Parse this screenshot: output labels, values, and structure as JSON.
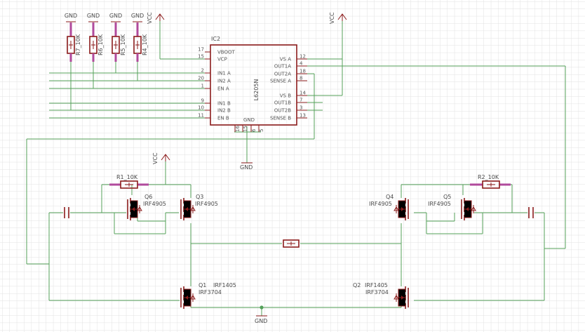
{
  "ic": {
    "ref": "IC2",
    "part": "L6205N",
    "left_pins": [
      {
        "name": "VBOOT",
        "num": "17"
      },
      {
        "name": "VCP",
        "num": "15"
      },
      {
        "name": "IN1 A",
        "num": "2"
      },
      {
        "name": "IN2 A",
        "num": "20"
      },
      {
        "name": "EN A",
        "num": "1"
      },
      {
        "name": "IN1 B",
        "num": "9"
      },
      {
        "name": "IN2 B",
        "num": "10"
      },
      {
        "name": "EN B",
        "num": "11"
      }
    ],
    "right_pins": [
      {
        "name": "VS A",
        "num": "12"
      },
      {
        "name": "OUT1A",
        "num": "4"
      },
      {
        "name": "OUT2A",
        "num": "18"
      },
      {
        "name": "SENSE A",
        "num": "8"
      },
      {
        "name": "VS B",
        "num": "14"
      },
      {
        "name": "OUT1B",
        "num": "7"
      },
      {
        "name": "OUT2B",
        "num": "3"
      },
      {
        "name": "SENSE B",
        "num": "13"
      }
    ],
    "bottom_label": "GND",
    "bottom_pins": [
      "16",
      "15",
      "6",
      "5"
    ]
  },
  "pullups": [
    {
      "ref": "R7",
      "value": "10K",
      "net": "GND"
    },
    {
      "ref": "R6",
      "value": "10K",
      "net": "GND"
    },
    {
      "ref": "R5",
      "value": "10K",
      "net": "GND"
    },
    {
      "ref": "R4",
      "value": "10K",
      "net": "GND"
    }
  ],
  "supplies": {
    "vcc": "VCC",
    "gnd": "GND"
  },
  "resistors": [
    {
      "label": "R1_10K"
    },
    {
      "label": "R2_10K"
    }
  ],
  "mosfets": [
    {
      "ref": "Q6",
      "part": "IRF4905"
    },
    {
      "ref": "Q3",
      "part": "IRF4905"
    },
    {
      "ref": "Q4",
      "part": "IRF4905"
    },
    {
      "ref": "Q5",
      "part": "IRF4905"
    },
    {
      "ref": "Q1",
      "part": "IRF1405",
      "alt": "IRF3704"
    },
    {
      "ref": "Q2",
      "part": "IRF1405",
      "alt": "IRF3704"
    }
  ]
}
